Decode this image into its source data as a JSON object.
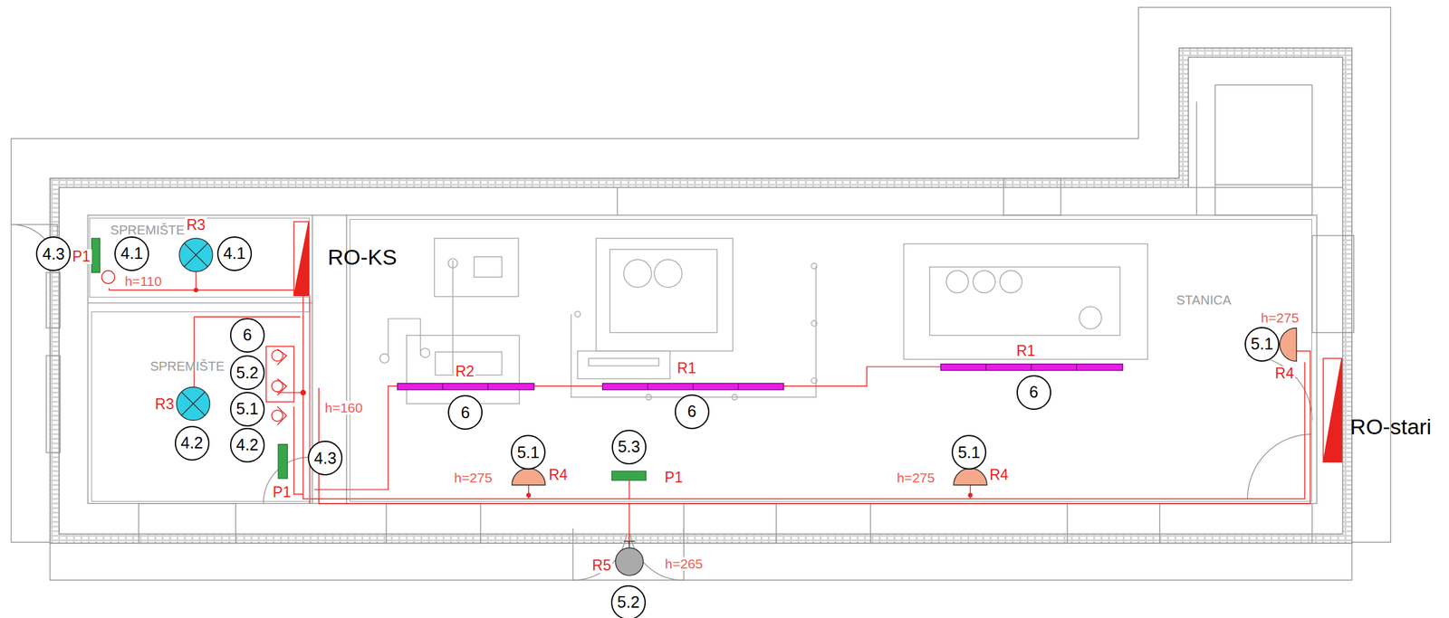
{
  "diagram": {
    "nodes": [
      {
        "text": [
          "4.3"
        ]
      },
      {
        "text": [
          "SPREMIŠTE"
        ]
      },
      {
        "text": [
          "4.1"
        ],
        "in": 1
      },
      {
        "text": [
          "4.1"
        ],
        "in": 1
      },
      {
        "text": [
          "SPREMIŠTE"
        ]
      },
      {
        "text": [
          "6"
        ],
        "in": 4
      },
      {
        "text": [
          "5.2"
        ],
        "in": 4
      },
      {
        "text": [
          "5.1"
        ],
        "in": 4
      },
      {
        "text": [
          "4.2"
        ],
        "in": 4
      },
      {
        "text": [
          "4.2"
        ],
        "in": 4
      },
      {
        "text": [
          "4.3"
        ]
      },
      {
        "text": [
          "STANICA"
        ]
      },
      {
        "text": [
          "6"
        ],
        "in": 11
      },
      {
        "text": [
          "6"
        ],
        "in": 11
      },
      {
        "text": [
          "6"
        ],
        "in": 11
      },
      {
        "text": [
          "5.1"
        ],
        "in": 11
      },
      {
        "text": [
          "5.1"
        ],
        "in": 11
      },
      {
        "text": [
          "5.3"
        ],
        "in": 11
      },
      {
        "text": [
          "5.1"
        ],
        "in": 11
      },
      {
        "text": [
          "5.2"
        ]
      }
    ],
    "labels": [
      "R3",
      "P1",
      "h=110",
      "RO-KS",
      "R3",
      "P1",
      "h=160",
      "R2",
      "R1",
      "R1",
      "h=275",
      "R4",
      "P1",
      "h=275",
      "R4",
      "R5",
      "h=265",
      "h=275",
      "R4",
      "RO-stari"
    ]
  }
}
